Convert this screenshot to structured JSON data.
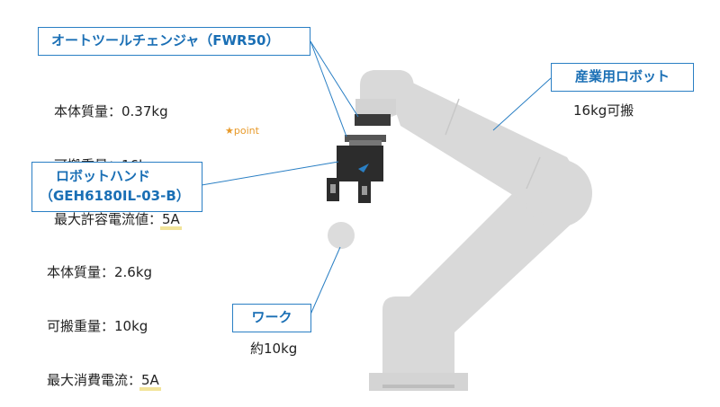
{
  "changer": {
    "title": "オートツールチェンジャ（FWR50）",
    "specs": [
      "本体質量：0.37kg",
      "可搬重量：16kg"
    ],
    "current_prefix": "最大許容電流値：",
    "current_value": "5A",
    "point_note": "★point"
  },
  "robot": {
    "title": "産業用ロボット",
    "payload": "16kg可搬"
  },
  "hand": {
    "title_line1": "ロボットハンド",
    "title_line2": "（GEH6180IL-03-B）",
    "specs": [
      "本体質量：2.6kg",
      "可搬重量：10kg"
    ],
    "current_prefix": "最大消費電流：",
    "current_value": "5A"
  },
  "work": {
    "title": "ワーク",
    "weight": "約10kg"
  },
  "colors": {
    "accent": "#1a6fb5",
    "border": "#2a7fc4",
    "robot_gray": "#d9d9d9",
    "highlight": "#f2e49a",
    "point": "#e89a2a"
  }
}
